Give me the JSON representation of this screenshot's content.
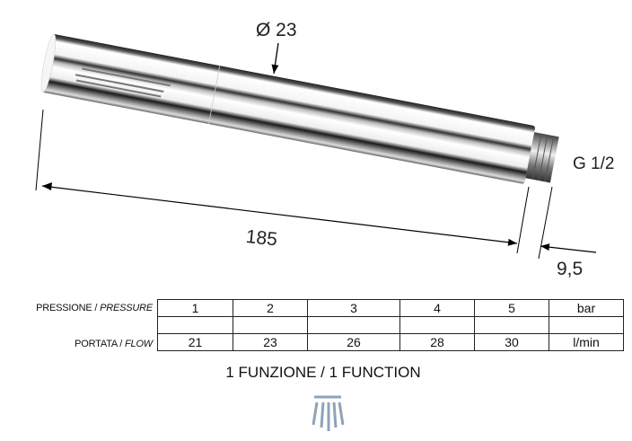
{
  "drawing": {
    "diameter_label": "Ø 23",
    "length_label": "185",
    "thread_label": "G 1/2",
    "thread_length_label": "9,5"
  },
  "table": {
    "pressure_label": "PRESSIONE / ",
    "pressure_label_en": "PRESSURE",
    "flow_label": "PORTATA / ",
    "flow_label_en": "FLOW",
    "pressure": [
      "1",
      "2",
      "3",
      "4",
      "5",
      "bar"
    ],
    "flow": [
      "21",
      "23",
      "26",
      "28",
      "30",
      "l/min"
    ]
  },
  "function_text": "1 FUNZIONE  / 1 FUNCTION",
  "colors": {
    "icon": "#8fa3b8"
  }
}
